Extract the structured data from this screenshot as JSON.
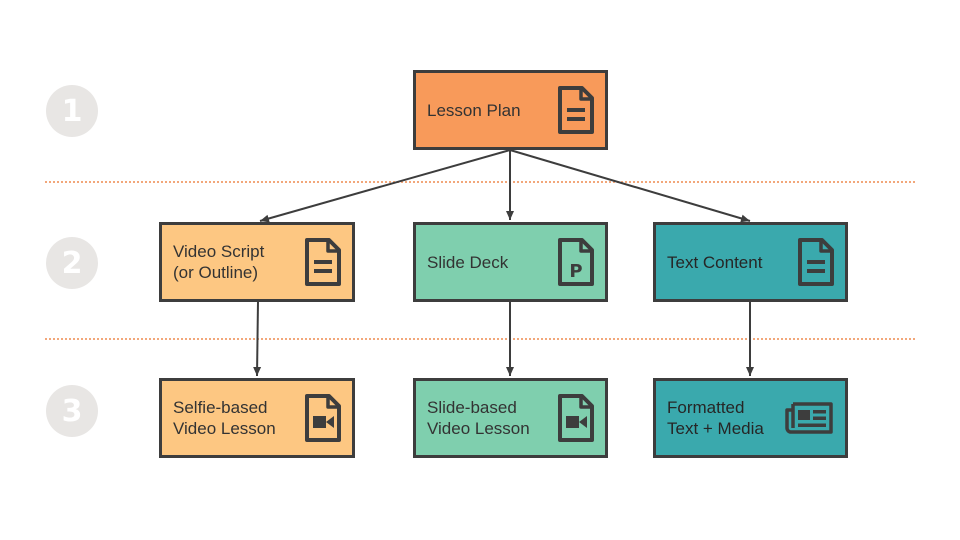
{
  "colors": {
    "lesson_plan": "#f89a5a",
    "orange_light": "#fdc782",
    "green": "#7fcfae",
    "teal": "#3aa9ad",
    "border": "#3d3d3d",
    "step_circle": "#e8e6e4",
    "divider": "#f2a77a"
  },
  "steps": [
    "1",
    "2",
    "3"
  ],
  "nodes": {
    "lesson_plan": {
      "label": "Lesson Plan",
      "icon": "document-icon"
    },
    "video_script": {
      "label": "Video Script\n(or Outline)",
      "icon": "document-icon"
    },
    "slide_deck": {
      "label": "Slide Deck",
      "icon": "slide-deck-icon"
    },
    "text_content": {
      "label": "Text Content",
      "icon": "document-icon"
    },
    "selfie_video": {
      "label": "Selfie-based\nVideo Lesson",
      "icon": "video-file-icon"
    },
    "slide_video": {
      "label": "Slide-based\nVideo Lesson",
      "icon": "video-file-icon"
    },
    "formatted_text": {
      "label": "Formatted\nText + Media",
      "icon": "newspaper-icon"
    }
  }
}
